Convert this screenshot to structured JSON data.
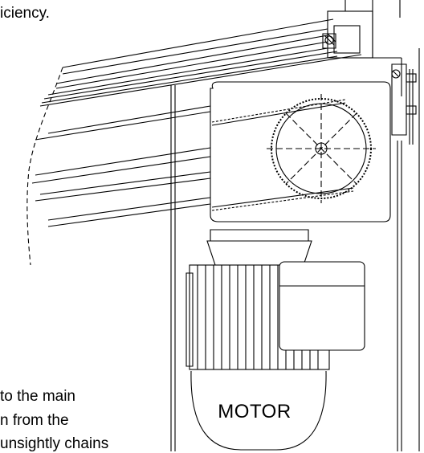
{
  "caption": {
    "top_fragment": "iciency.",
    "bottom_lines": [
      "to the main",
      "n from the",
      "unsightly chains"
    ]
  },
  "diagram": {
    "motor_label": "MOTOR"
  },
  "colors": {
    "line": "#000000",
    "background": "#ffffff"
  }
}
